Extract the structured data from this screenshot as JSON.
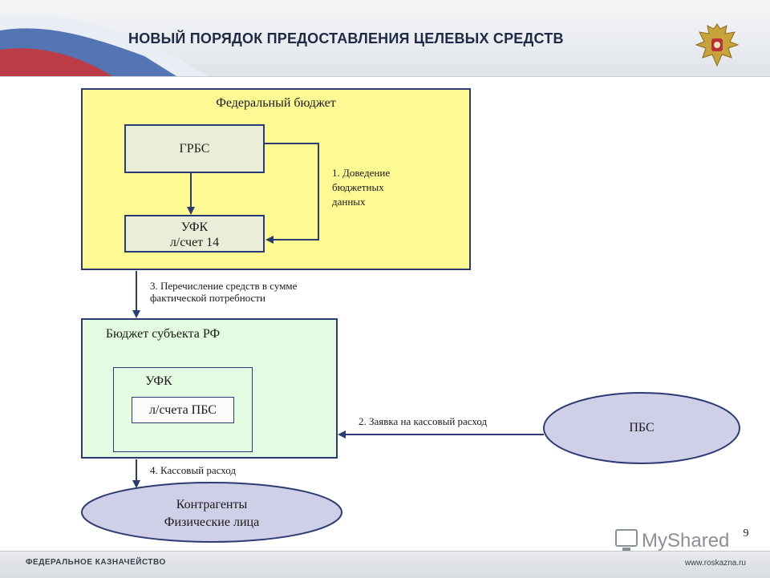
{
  "header": {
    "title": "НОВЫЙ ПОРЯДОК ПРЕДОСТАВЛЕНИЯ ЦЕЛЕВЫХ СРЕДСТВ"
  },
  "federal": {
    "title": "Федеральный бюджет",
    "grbs": "ГРБС",
    "ufk_line1": "УФК",
    "ufk_line2": "л/счет 14",
    "step1_line1": "1. Доведение",
    "step1_line2": "бюджетных",
    "step1_line3": "данных"
  },
  "step3": {
    "line1": "3. Перечисление средств в сумме",
    "line2": "фактической потребности"
  },
  "subject": {
    "title": "Бюджет субъекта РФ",
    "ufk": "УФК",
    "account": "л/счета ПБС"
  },
  "step2": "2. Заявка на кассовый расход",
  "pbs": "ПБС",
  "step4": "4. Кассовый расход",
  "counterparties": {
    "line1": "Контрагенты",
    "line2": "Физические лица"
  },
  "page_number": "9",
  "watermark": "MyShared",
  "footer": {
    "left": "ФЕДЕРАЛЬНОЕ КАЗНАЧЕЙСТВО",
    "right": "www.roskazna.ru"
  },
  "colors": {
    "federal_fill": "#fdf993",
    "subject_fill": "#e3fbe0",
    "ellipse_fill": "#cfcfe8",
    "stroke": "#2c3b73"
  }
}
